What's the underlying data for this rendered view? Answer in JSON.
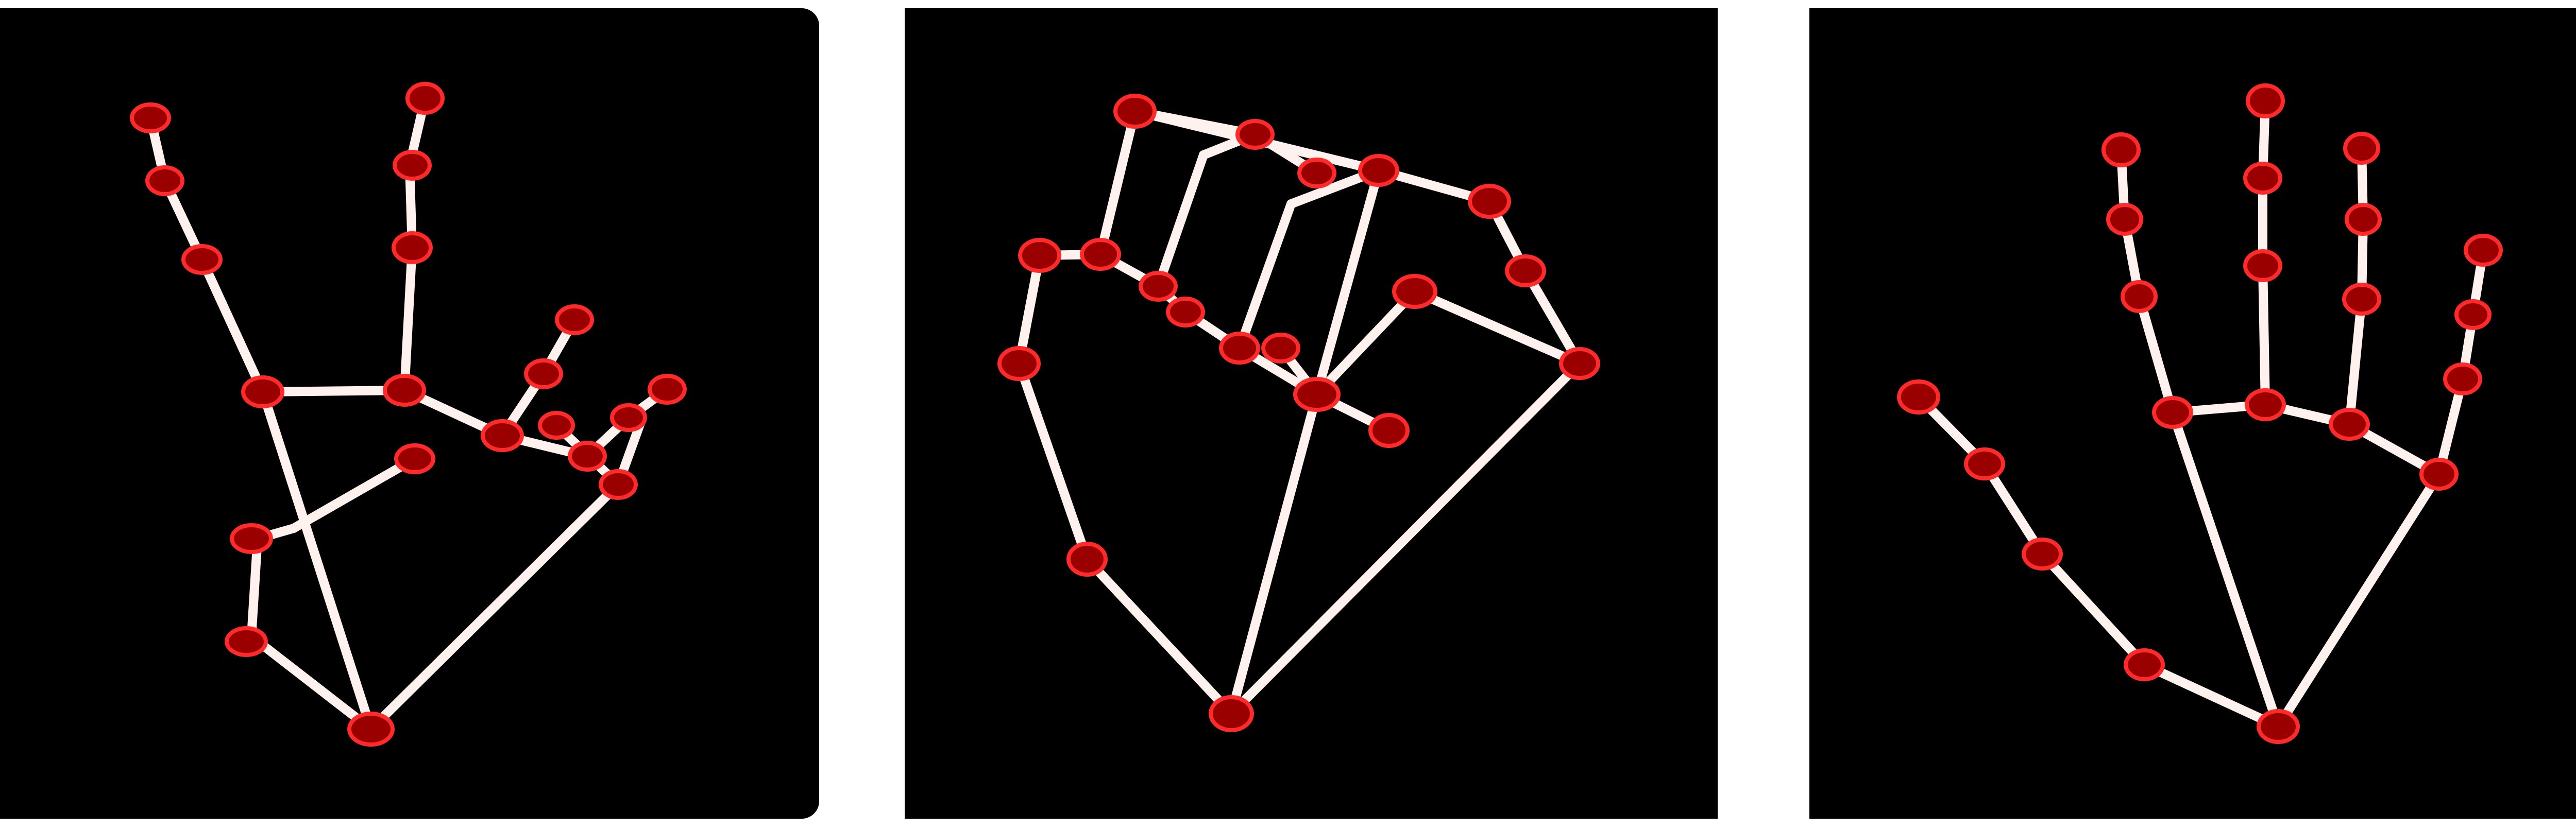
{
  "figure": {
    "panels": [
      {
        "id": "hand-pose-1",
        "description_key": "open-spread-hand"
      },
      {
        "id": "hand-pose-2",
        "description_key": "closed-fist"
      },
      {
        "id": "hand-pose-3",
        "description_key": "open-palm"
      }
    ],
    "colors": {
      "background": "#000000",
      "bone": "#fff2ee",
      "joint_fill": "#9b0000",
      "joint_ring": "#ff2a2a",
      "joint_halo": "#ffffff"
    }
  }
}
